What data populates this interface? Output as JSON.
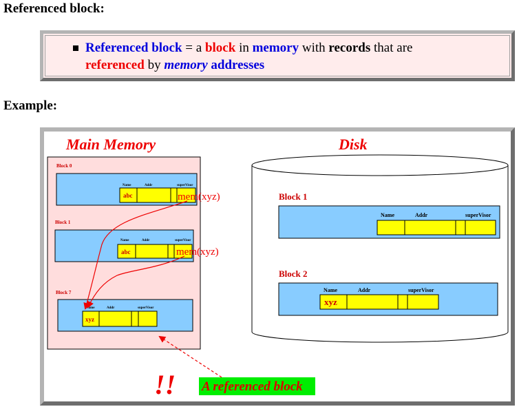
{
  "headings": {
    "definition": "Referenced block:",
    "example": "Example:"
  },
  "definition": {
    "term": "Referenced block",
    "eq": " = a ",
    "block": "block",
    "in": " in ",
    "memory": "memory",
    "with": " with ",
    "records": "records",
    "that_are": " that are",
    "referenced": "referenced",
    "by": " by ",
    "memory_italic": "memory",
    "addresses": "addresses"
  },
  "diagram": {
    "main_memory_title": "Main Memory",
    "disk_title": "Disk",
    "memory_blocks": [
      {
        "label": "Block 0",
        "value": "abc",
        "pointer": "mem(xyz)"
      },
      {
        "label": "Block 1",
        "value": "abc",
        "pointer": "mem(xyz)"
      },
      {
        "label": "Block 7",
        "value": "xyz"
      }
    ],
    "memory_columns": [
      "Name",
      "Addr",
      "superVisor"
    ],
    "disk_blocks": [
      {
        "label": "Block 1",
        "value": ""
      },
      {
        "label": "Block 2",
        "value": "xyz"
      }
    ],
    "disk_columns": [
      "Name",
      "Addr",
      "superVisor"
    ],
    "exclamation": "!!",
    "callout": "A referenced block",
    "colors": {
      "memory_bg": "#ffdddd",
      "block_bg": "#88ccff",
      "record_bg": "#ffff00",
      "callout_bg": "#00ee00",
      "accent": "#ee0000"
    }
  }
}
